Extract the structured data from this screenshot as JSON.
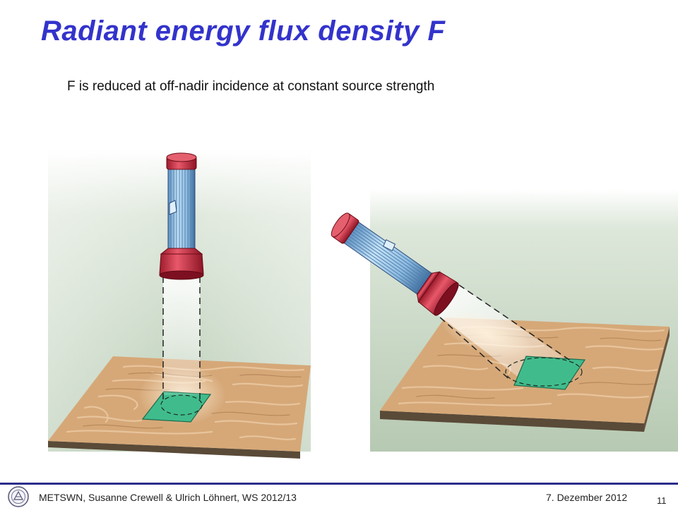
{
  "slide": {
    "title": "Radiant energy flux density F",
    "subtitle": "F is reduced at off-nadir incidence at constant source strength"
  },
  "footer": {
    "credit": "METSWN, Susanne Crewell & Ulrich Löhnert, WS 2012/13",
    "date": "7. Dezember 2012",
    "page": "11",
    "accent_color": "#2c2c8c"
  },
  "colors": {
    "title": "#3333cc",
    "backdrop": "#c4d4c0",
    "board": "#d8aa7c",
    "flashlight_body": "#9cc8e6",
    "flashlight_cap": "#cc2c3c",
    "illuminated_patch": "#3cbc88"
  },
  "icons": {
    "logo": "university-seal-icon"
  }
}
